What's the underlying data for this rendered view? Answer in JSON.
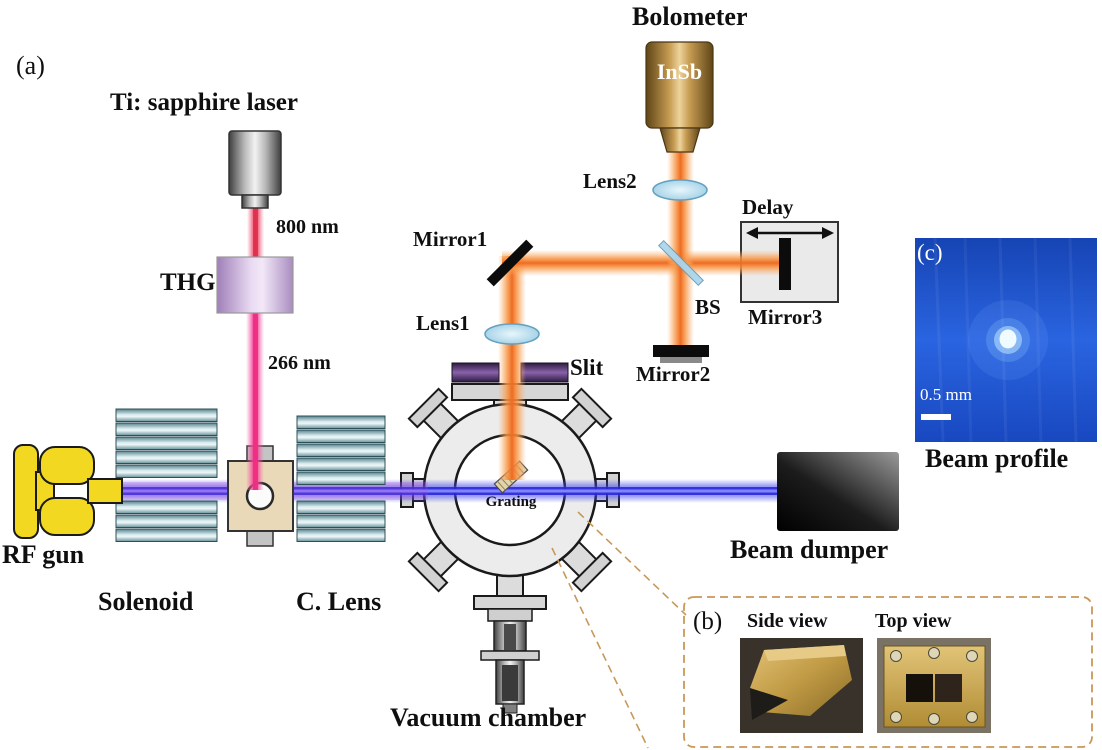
{
  "panels": {
    "a": "(a)",
    "b": "(b)",
    "c": "(c)"
  },
  "labels": {
    "laser": "Ti: sapphire laser",
    "wavelength_800nm": "800 nm",
    "thg": "THG",
    "wavelength_266nm": "266 nm",
    "rf_gun": "RF gun",
    "solenoid": "Solenoid",
    "condenser_lens": "C. Lens",
    "vacuum_chamber": "Vacuum chamber",
    "grating": "Grating",
    "slit": "Slit",
    "beam_dumper": "Beam dumper",
    "bolometer": "Bolometer",
    "detector": "InSb",
    "lens1": "Lens1",
    "lens2": "Lens2",
    "mirror1": "Mirror1",
    "mirror2": "Mirror2",
    "mirror3": "Mirror3",
    "beam_splitter": "BS",
    "delay": "Delay",
    "side_view": "Side view",
    "top_view": "Top view",
    "beam_profile": "Beam profile",
    "scale_bar": "0.5 mm"
  },
  "colors": {
    "electron_beam": "#2a2ae0",
    "ir_beam_800nm": "#e22e50",
    "uv_beam_266nm": "#f0308a",
    "thz_beam": "#ef6a20",
    "rf_gun_body": "#f2d820",
    "solenoid_coil": "#7fa6ae",
    "thg_crystal": "#c2a4d4",
    "bolometer_body": "#c79b52",
    "slit_blades": "#5a3b7a",
    "callout_dash": "#c89858",
    "beam_profile_bg": "#2a64e0"
  }
}
